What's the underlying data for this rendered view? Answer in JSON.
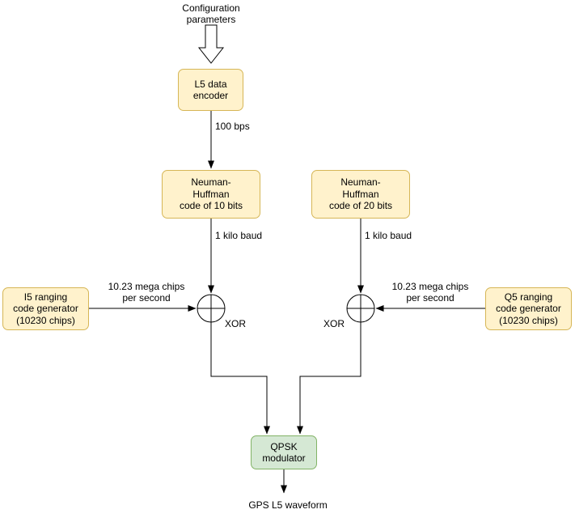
{
  "nodes": {
    "config": {
      "label": "Configuration\nparameters"
    },
    "encoder": {
      "label": "L5 data\nencoder"
    },
    "nh10": {
      "label": "Neuman-\nHuffman\ncode of 10 bits"
    },
    "nh20": {
      "label": "Neuman-\nHuffman\ncode of 20 bits"
    },
    "i5": {
      "label": "I5 ranging\ncode generator\n(10230 chips)"
    },
    "q5": {
      "label": "Q5 ranging\ncode generator\n(10230 chips)"
    },
    "qpsk": {
      "label": "QPSK\nmodulator"
    },
    "output": {
      "label": "GPS L5 waveform"
    }
  },
  "edges": {
    "bps": {
      "label": "100 bps"
    },
    "baud_left": {
      "label": "1 kilo baud"
    },
    "baud_right": {
      "label": "1 kilo baud"
    },
    "chips_left": {
      "label": "10.23 mega chips\nper second"
    },
    "chips_right": {
      "label": "10.23 mega chips\nper second"
    },
    "xor_left": {
      "label": "XOR"
    },
    "xor_right": {
      "label": "XOR"
    }
  },
  "colors": {
    "node_fill": "#fff2cc",
    "node_border": "#d6b656",
    "modulator_fill": "#d5e8d4",
    "modulator_border": "#82b366",
    "wire": "#000000",
    "background": "#ffffff"
  }
}
